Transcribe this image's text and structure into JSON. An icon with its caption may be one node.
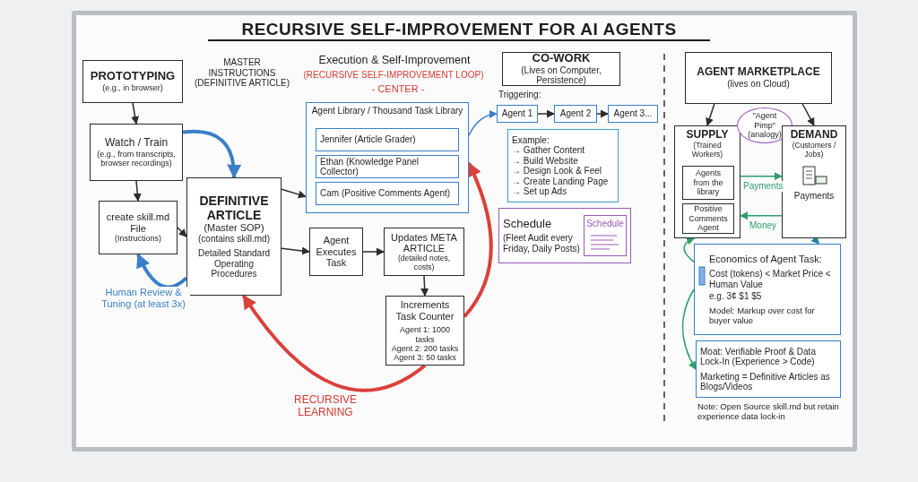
{
  "diagram": {
    "title": "RECURSIVE SELF-IMPROVEMENT FOR AI AGENTS",
    "nodes": [
      {
        "text": [
          "PROTOTYPING",
          "(e.g., in browser)"
        ]
      },
      {
        "text": [
          "Watch / Train",
          "(e.g., from transcripts, browser recordings)"
        ]
      },
      {
        "text": [
          "create skill.md File",
          "(Instructions)"
        ]
      },
      {
        "text": [
          "DEFINITIVE ARTICLE",
          "(Master SOP)",
          "(contains skill.md)",
          "Detailed Standard Operating Procedures"
        ]
      },
      {
        "text": [
          "Agent Library / Thousand Task Library"
        ]
      },
      {
        "text": [
          "Jennifer (Article Grader)"
        ],
        "in": 4
      },
      {
        "text": [
          "Ethan (Knowledge Panel Collector)"
        ],
        "in": 4
      },
      {
        "text": [
          "Cam (Positive Comments Agent)"
        ],
        "in": 4
      },
      {
        "text": [
          "Agent Executes Task"
        ]
      },
      {
        "text": [
          "Updates META ARTICLE",
          "(detailed notes, costs)"
        ]
      },
      {
        "text": [
          "Increments Task Counter",
          "Agent 1: 1000 tasks",
          "Agent 2: 200 tasks",
          "Agent 3: 50 tasks"
        ]
      },
      {
        "text": [
          "CO-WORK",
          "(Lives on Computer, Persistence)"
        ]
      },
      {
        "text": [
          "Agent 1"
        ]
      },
      {
        "text": [
          "Agent 2"
        ]
      },
      {
        "text": [
          "Agent 3..."
        ]
      },
      {
        "text": [
          "Example:",
          "→ Gather Content",
          "→ Build Website",
          "→ Design Look & Feel",
          "→ Create Landing Page",
          "→ Set up Ads"
        ]
      },
      {
        "text": [
          "Schedule",
          "(Fleet Audit every Friday, Daily Posts)"
        ]
      },
      {
        "text": [
          "Schedule"
        ],
        "in": 16
      },
      {
        "text": [
          "AGENT MARKETPLACE",
          "(lives on Cloud)"
        ]
      },
      {
        "text": [
          "SUPPLY",
          "(Trained Workers)"
        ]
      },
      {
        "text": [
          "Agents from the library"
        ],
        "in": 19
      },
      {
        "text": [
          "Positive Comments Agent"
        ],
        "in": 19
      },
      {
        "text": [
          "\"Agent Pimp\" (analogy)"
        ]
      },
      {
        "text": [
          "DEMAND",
          "(Customers / Jobs)",
          "Payments"
        ]
      },
      {
        "text": [
          "Economics of Agent Task:",
          "Cost (tokens) < Market Price < Human Value",
          "e.g. 3¢ $1 $5",
          "Model: Markup over cost for buyer value"
        ]
      },
      {
        "text": [
          "Moat: Verifiable Proof & Data Lock-In (Experience > Code)",
          "Marketing = Definitive Articles as Blogs/Videos"
        ]
      }
    ],
    "edges": [
      {
        "from": 0,
        "to": 1,
        "arrow": "to"
      },
      {
        "from": 1,
        "to": 2,
        "arrow": "to"
      },
      {
        "from": 2,
        "to": 3,
        "arrow": "to"
      },
      {
        "from": 1,
        "to": 3,
        "arrow": "to",
        "style": "thick",
        "color": "#3a7fc8"
      },
      {
        "from": 3,
        "to": 2,
        "arrow": "to",
        "label": "Human Review & Tuning (at least 3x)",
        "style": "thick",
        "color": "#3a7fc8"
      },
      {
        "from": 3,
        "to": 4,
        "arrow": "to"
      },
      {
        "from": 3,
        "to": 8,
        "arrow": "to"
      },
      {
        "from": 8,
        "to": 9,
        "arrow": "to"
      },
      {
        "from": 9,
        "to": 10,
        "arrow": "to"
      },
      {
        "from": 10,
        "to": 4,
        "arrow": "to",
        "style": "thick",
        "color": "#d9413a"
      },
      {
        "from": 10,
        "to": 3,
        "arrow": "to",
        "label": "RECURSIVE LEARNING",
        "style": "thick",
        "color": "#d9413a"
      },
      {
        "from": 4,
        "to": 12,
        "arrow": "to",
        "color": "#3a7fc8"
      },
      {
        "from": 12,
        "to": 13,
        "arrow": "to"
      },
      {
        "from": 13,
        "to": 14,
        "arrow": "to"
      },
      {
        "from": 18,
        "to": 19,
        "arrow": "to"
      },
      {
        "from": 18,
        "to": 23,
        "arrow": "to"
      },
      {
        "from": 19,
        "to": 23,
        "arrow": "to",
        "label": "Payments",
        "color": "#2e9e6a"
      },
      {
        "from": 23,
        "to": 19,
        "arrow": "to",
        "label": "Money",
        "color": "#2e9e6a"
      },
      {
        "from": 23,
        "to": 24,
        "arrow": "to",
        "color": "#2a7f9e"
      },
      {
        "from": 24,
        "to": 19,
        "arrow": "to",
        "color": "#2e9e6a"
      },
      {
        "from": 24,
        "to": 25,
        "arrow": "to",
        "color": "#2e9e6a"
      }
    ],
    "labels": [
      "MASTER INSTRUCTIONS (DEFINITIVE ARTICLE)",
      "Execution & Self-Improvement",
      "(RECURSIVE SELF-IMPROVEMENT LOOP)",
      "- CENTER -",
      "Triggering:",
      "Note: Open Source skill.md but retain experience data lock-in"
    ]
  }
}
